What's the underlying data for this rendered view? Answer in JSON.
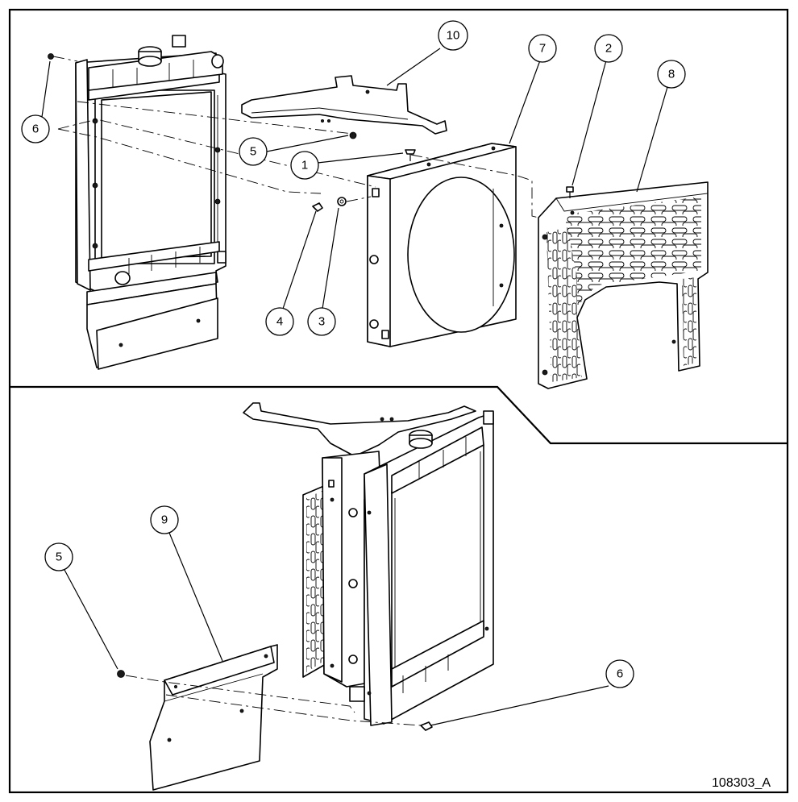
{
  "drawing": {
    "drawing_number": "108303_A",
    "callouts": {
      "upper": [
        {
          "label": "10"
        },
        {
          "label": "7"
        },
        {
          "label": "2"
        },
        {
          "label": "8"
        },
        {
          "label": "6"
        },
        {
          "label": "5"
        },
        {
          "label": "1"
        },
        {
          "label": "4"
        },
        {
          "label": "3"
        }
      ],
      "lower": [
        {
          "label": "9"
        },
        {
          "label": "5"
        },
        {
          "label": "6"
        }
      ]
    }
  }
}
